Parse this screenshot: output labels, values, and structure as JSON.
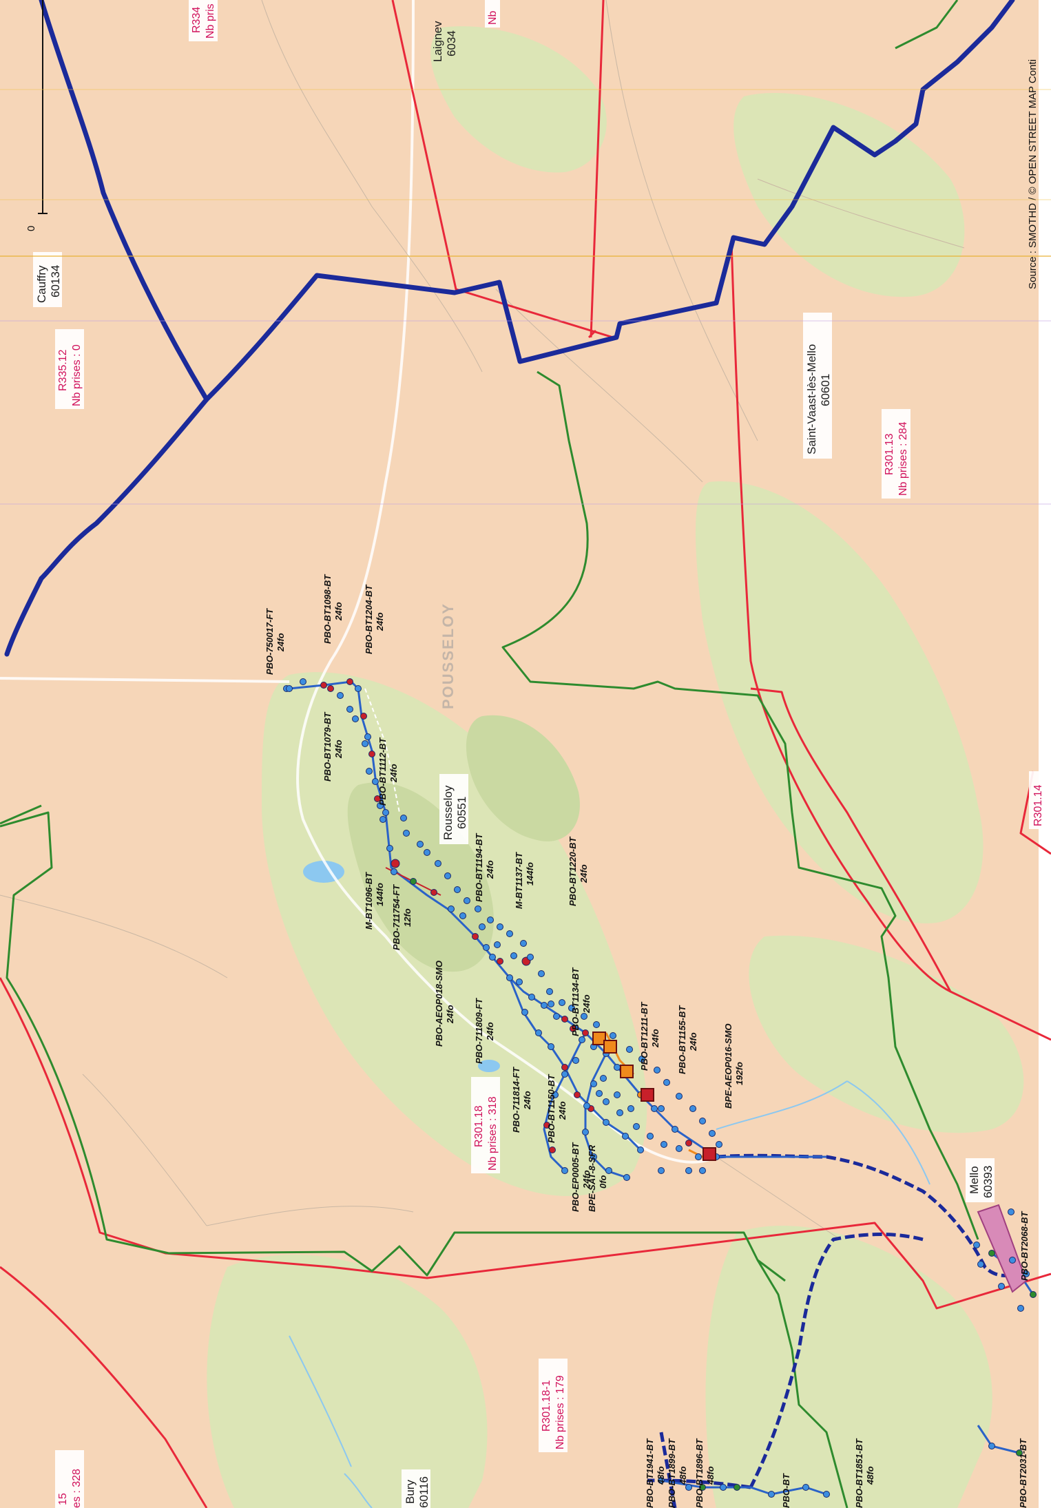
{
  "map": {
    "source": "Source : SMOTHD / © OPEN STREET MAP Conti",
    "scale_zero": "0",
    "place_watermark": "POUSSELOY",
    "colors": {
      "background": "#f6d6b8",
      "forest": "#dce5b6",
      "forest_dark": "#cad9a2",
      "road": "#ffffff",
      "water": "#8cc8f0",
      "backbone": "#1b2a9a",
      "boundary_red": "#e8283a",
      "boundary_green": "#2e8b2e",
      "cable": "#2a62c8",
      "node_blue": "#3d8ee0",
      "node_red": "#c8202a",
      "node_green": "#2e8b2e",
      "node_orange": "#f08a1c",
      "mello_zone": "#d88ab8"
    },
    "towns": [
      {
        "name": "Cauffry",
        "code": "60134"
      },
      {
        "name": "Laignev",
        "code": "6034"
      },
      {
        "name": "Saint-Vaast-lès-Mello",
        "code": "60601"
      },
      {
        "name": "Rousseloy",
        "code": "60551"
      },
      {
        "name": "Mello",
        "code": "60393"
      },
      {
        "name": "Bury",
        "code": "60116"
      }
    ],
    "zones": [
      {
        "id": "R334",
        "prises": "Nb pris"
      },
      {
        "id": "R335.12",
        "prises": "Nb prises : 0"
      },
      {
        "id": "R301.13",
        "prises": "Nb prises : 284"
      },
      {
        "id": "R301.18",
        "prises": "Nb prises : 318"
      },
      {
        "id": "R301.18-1",
        "prises": "Nb prises : 179"
      },
      {
        "id": "15",
        "prises": "es : 328"
      },
      {
        "id": "R301.14",
        "prises": ""
      },
      {
        "id": "",
        "prises": "Nb"
      }
    ],
    "pbo_labels": [
      {
        "name": "PBO-750017-FT",
        "cap": "24fo"
      },
      {
        "name": "PBO-BT1098-BT",
        "cap": "24fo"
      },
      {
        "name": "PBO-BT1204-BT",
        "cap": "24fo"
      },
      {
        "name": "PBO-BT1079-BT",
        "cap": "24fo"
      },
      {
        "name": "PBO-BT1112-BT",
        "cap": "24fo"
      },
      {
        "name": "M-BT1096-BT",
        "cap": "144fo"
      },
      {
        "name": "PBO-711754-FT",
        "cap": "12fo"
      },
      {
        "name": "PBO-BT1194-BT",
        "cap": "24fo"
      },
      {
        "name": "M-BT1137-BT",
        "cap": "144fo"
      },
      {
        "name": "PBO-BT1220-BT",
        "cap": "24fo"
      },
      {
        "name": "PBO-AEOP018-SMO",
        "cap": "24fo"
      },
      {
        "name": "PBO-711809-FT",
        "cap": "24fo"
      },
      {
        "name": "PBO-BT1134-BT",
        "cap": "24fo"
      },
      {
        "name": "PBO-711814-FT",
        "cap": "24fo"
      },
      {
        "name": "PBO-BT1150-BT",
        "cap": "24fo"
      },
      {
        "name": "PBO-BT1211-BT",
        "cap": "24fo"
      },
      {
        "name": "PBO-BT1155-BT",
        "cap": "24fo"
      },
      {
        "name": "BPE-AEOP016-SMO",
        "cap": "192fo"
      },
      {
        "name": "PBO-EP0005-BT",
        "cap": "24fo"
      },
      {
        "name": "BPE-SAT-8-SFR",
        "cap": "0fo"
      },
      {
        "name": "PBO-BT2068-BT",
        "cap": ""
      },
      {
        "name": "PBO-BT1941-BT",
        "cap": "48fo"
      },
      {
        "name": "PBO-BT1899-BT",
        "cap": "48fo"
      },
      {
        "name": "PBO-BT1896-BT",
        "cap": "48fo"
      },
      {
        "name": "PBO-BT2031-BT",
        "cap": ""
      },
      {
        "name": "PBO-BT1851-BT",
        "cap": "48fo"
      },
      {
        "name": "PBO-BT",
        "cap": ""
      }
    ]
  }
}
